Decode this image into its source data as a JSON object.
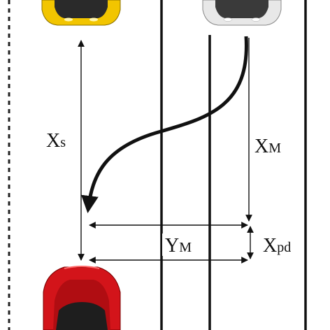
{
  "labels": {
    "xs_main": "X",
    "xs_sub": "s",
    "xm_main": "X",
    "xm_sub": "M",
    "ym_main": "Y",
    "ym_sub": "M",
    "xpd_main": "X",
    "xpd_sub": "pd"
  },
  "colors": {
    "lane_line": "#111111",
    "dashed_border": "#222222",
    "yellow_car": "#f2c500",
    "white_car": "#e8e8e8",
    "red_car": "#d3141a"
  }
}
